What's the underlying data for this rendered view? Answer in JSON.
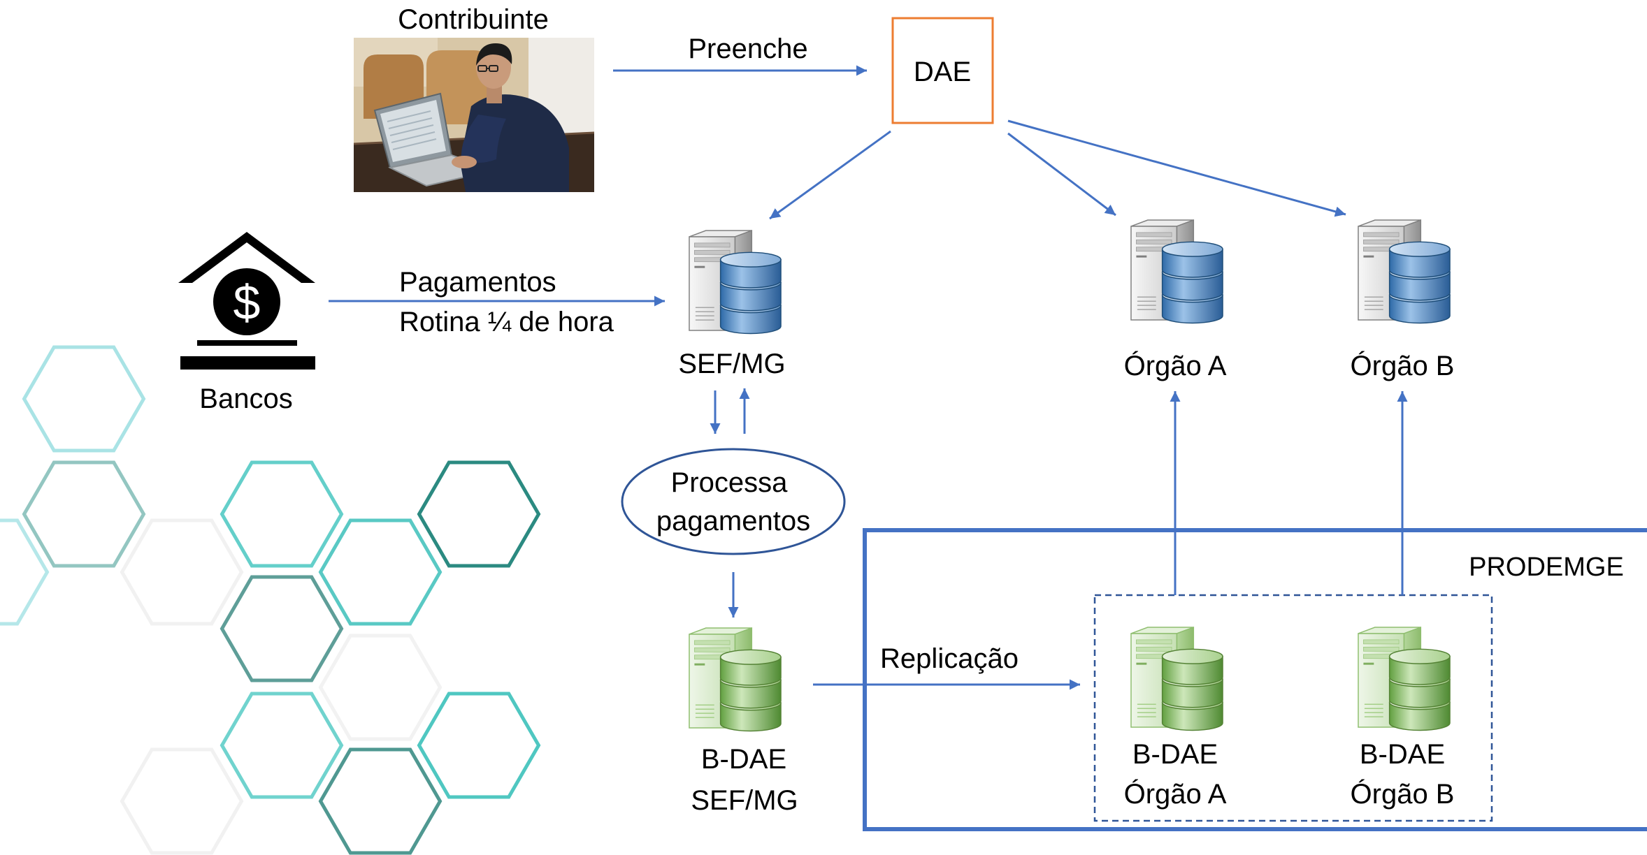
{
  "diagram": {
    "contribuinte": {
      "label": "Contribuinte",
      "icon": "person-at-laptop-photo"
    },
    "preenche": {
      "label": "Preenche"
    },
    "dae": {
      "label": "DAE"
    },
    "bancos": {
      "label": "Bancos",
      "icon": "bank-icon",
      "symbol": "$"
    },
    "pagamentos": {
      "line1": "Pagamentos",
      "line2": "Rotina ¼ de hora"
    },
    "sef": {
      "label": "SEF/MG",
      "icon": "database-server-icon"
    },
    "orgao_a": {
      "label": "Órgão A",
      "icon": "database-server-icon"
    },
    "orgao_b": {
      "label": "Órgão B",
      "icon": "database-server-icon"
    },
    "processa": {
      "line1": "Processa",
      "line2": "pagamentos"
    },
    "bdae_sef": {
      "line1": "B-DAE",
      "line2": "SEF/MG",
      "icon": "replica-database-server-icon"
    },
    "replicacao": {
      "label": "Replicação"
    },
    "prodemge": {
      "label": "PRODEMGE",
      "bdae_orgao_a": {
        "line1": "B-DAE",
        "line2": "Órgão A",
        "icon": "replica-database-server-icon"
      },
      "bdae_orgao_b": {
        "line1": "B-DAE",
        "line2": "Órgão B",
        "icon": "replica-database-server-icon"
      }
    }
  },
  "colors": {
    "arrow": "#4472C4",
    "dae_border": "#ED7D31",
    "prodemge_border": "#4472C4",
    "process_border": "#2F5597"
  }
}
